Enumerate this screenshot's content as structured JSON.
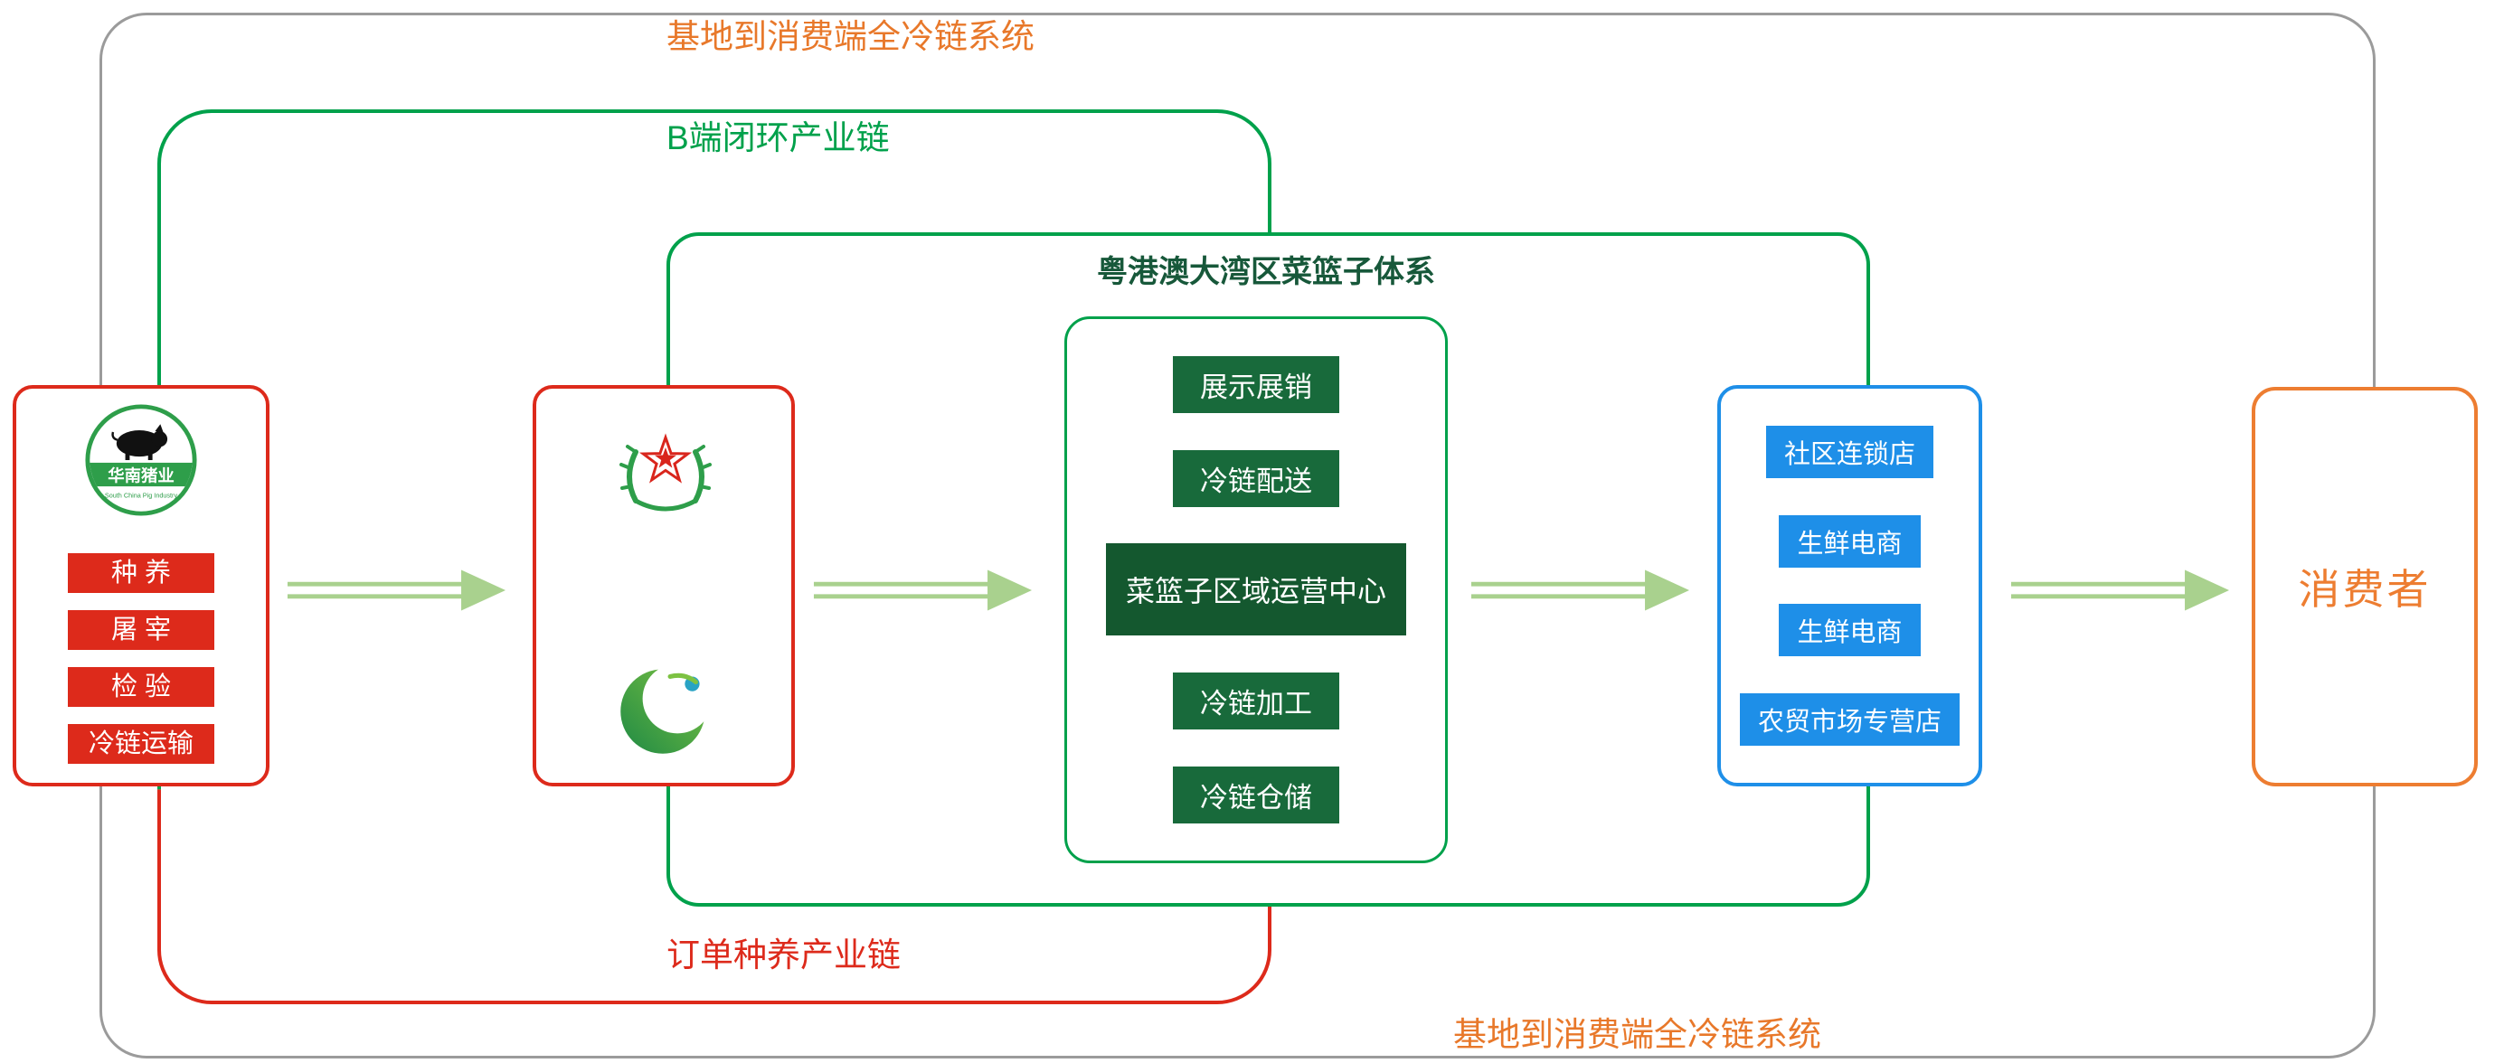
{
  "labels": {
    "top_system": "基地到消费端全冷链系统",
    "bottom_system": "基地到消费端全冷链系统",
    "b_chain": "B端闭环产业链",
    "order_chain": "订单种养产业链",
    "basket_title": "粤港澳大湾区菜篮子体系",
    "consumer": "消费者"
  },
  "supplier": {
    "logo_name": "华南猪业",
    "logo_subtitle": "South China Pig Industry",
    "items": [
      "种 养",
      "屠 宰",
      "检 验",
      "冷链运输"
    ]
  },
  "certification": {
    "emblem_icon": "star-wreath-emblem",
    "swirl_icon": "greater-bay-basket-logo"
  },
  "basket": {
    "items": [
      "展示展销",
      "冷链配送",
      "菜篮子区域运营中心",
      "冷链加工",
      "冷链仓储"
    ]
  },
  "retail": {
    "items": [
      "社区连锁店",
      "生鲜电商",
      "生鲜电商",
      "农贸市场专营店"
    ]
  },
  "colors": {
    "outer_border": "#9B9B9B",
    "green": "#00A14B",
    "dark_green_box": "#186A3B",
    "darker_green_box": "#14582F",
    "red": "#DD2A1B",
    "blue": "#1E8FE8",
    "orange": "#E8782A",
    "consumer_orange": "#ED7D31",
    "arrow_green": "#A9D18E"
  }
}
